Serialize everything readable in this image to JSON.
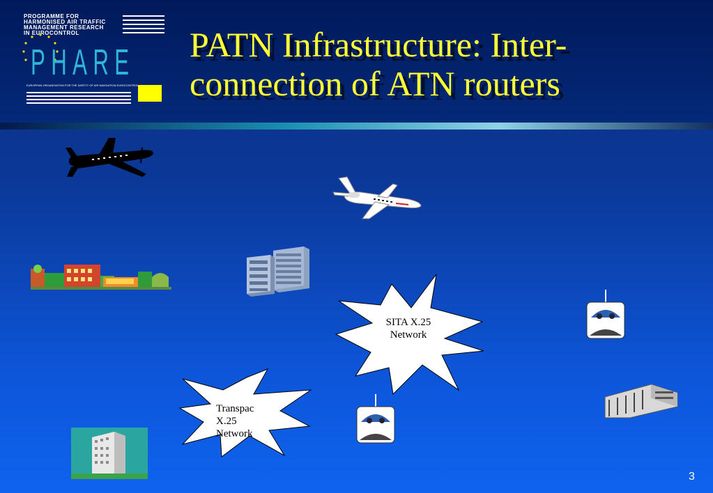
{
  "header": {
    "programme_lines": [
      "PROGRAMME  FOR",
      "HARMONISED  AIR  TRAFFIC",
      "MANAGEMENT  RESEARCH",
      "IN  EUROCONTROL"
    ],
    "logo_word": "PHARE",
    "eu_line": "EUROPEAN ORGANISATION FOR THE SAFETY OF AIR NAVIGATION   EUROCONTROL"
  },
  "title": {
    "line1": "PATN Infrastructure: Inter-",
    "line2": "connection of ATN routers"
  },
  "networks": {
    "sita": {
      "line1": "SITA X.25",
      "line2": "Network"
    },
    "transpac": {
      "line1": "Transpac",
      "line2": "X.25",
      "line3": "Network"
    }
  },
  "page_number": "3",
  "colors": {
    "title": "#ffff33",
    "logo_accent": "#31b5d6",
    "background_top": "#0a2b78",
    "background_bottom": "#0e63ef"
  },
  "icons": [
    "propeller-plane-icon",
    "business-jet-icon",
    "town-icon",
    "server-icon",
    "cockpit-icon",
    "office-tower-icon",
    "factory-icon"
  ]
}
